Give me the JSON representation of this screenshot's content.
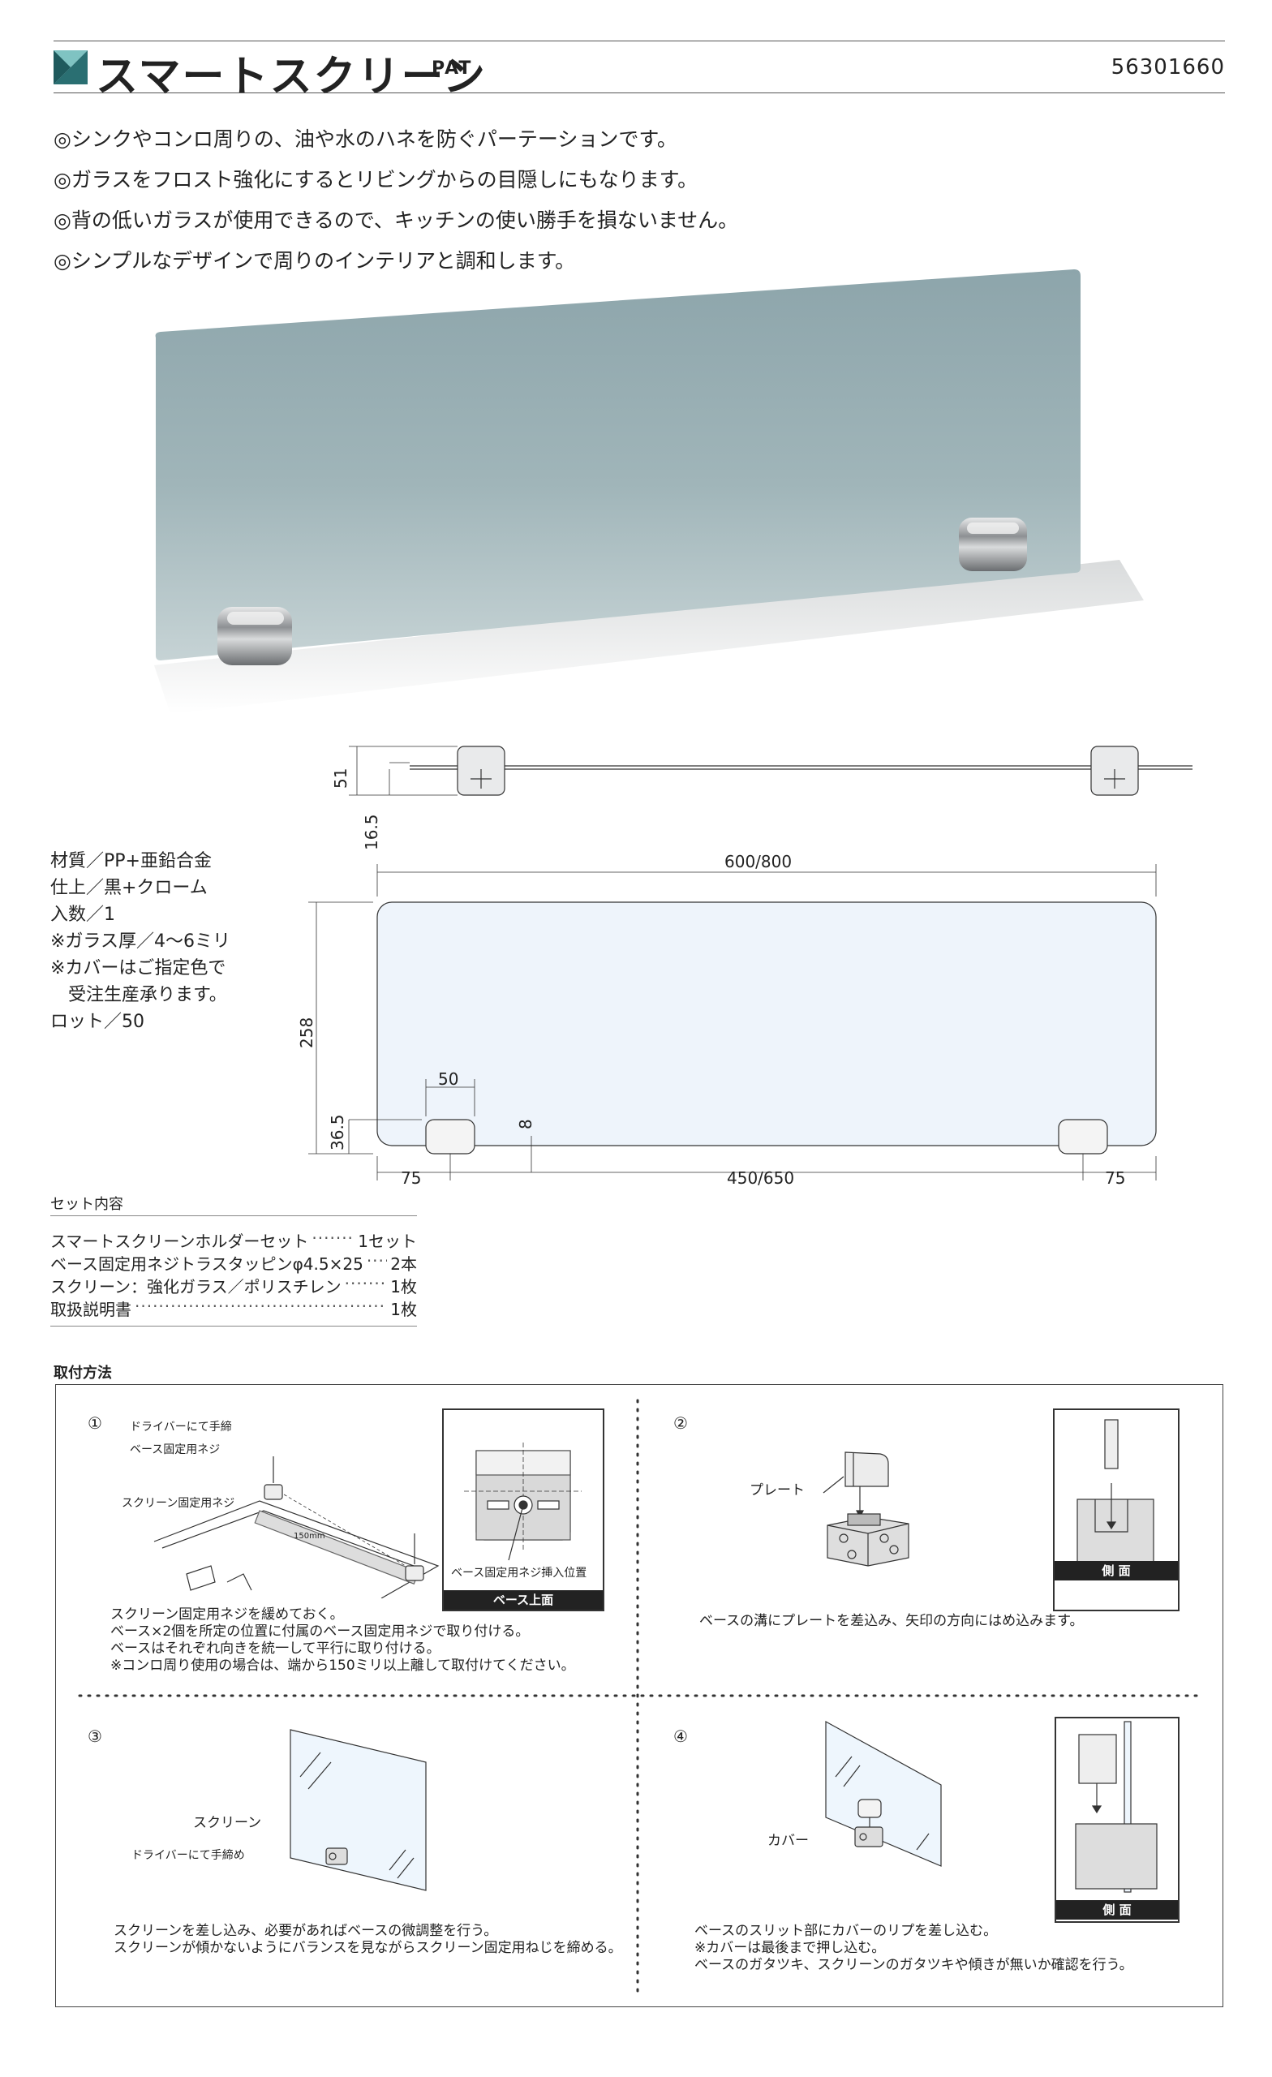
{
  "header": {
    "title": "スマートスクリーン",
    "pat": "PAT",
    "code": "56301660"
  },
  "features": [
    "◎シンクやコンロ周りの、油や水のハネを防ぐパーテーションです。",
    "◎ガラスをフロスト強化にするとリビングからの目隠しにもなります。",
    "◎背の低いガラスが使用できるので、キッチンの使い勝手を損ないません。",
    "◎シンプルなデザインで周りのインテリアと調和します。"
  ],
  "specs": [
    "材質／PP+亜鉛合金",
    "仕上／黒+クローム",
    "入数／1",
    "※ガラス厚／4〜6ミリ",
    "※カバーはご指定色で",
    "　受注生産承ります。",
    "ロット／50"
  ],
  "dimensions": {
    "side_height": "51",
    "side_offset": "16.5",
    "width": "600/800",
    "height": "258",
    "holder_width": "50",
    "gap": "8",
    "holder_height": "36.5",
    "left_margin": "75",
    "span": "450/650",
    "right_margin": "75"
  },
  "set_contents": {
    "title": "セット内容",
    "items": [
      {
        "name": "スマートスクリーンホルダーセット",
        "qty": "1セット"
      },
      {
        "name": "ベース固定用ネジトラスタッピンφ4.5×25",
        "qty": "2本"
      },
      {
        "name": "スクリーン：強化ガラス／ポリスチレン",
        "qty": "1枚"
      },
      {
        "name": "取扱説明書",
        "qty": "1枚"
      }
    ]
  },
  "install": {
    "title": "取付方法",
    "steps": {
      "s1": {
        "num": "①",
        "label_driver": "ドライバーにて手締",
        "label_base_screw": "ベース固定用ネジ",
        "label_screen_screw": "スクリーン固定用ネジ",
        "label_150": "150mm",
        "label_insert": "ベース固定用ネジ挿入位置",
        "tag": "ベース上面",
        "notes": [
          "スクリーン固定用ネジを緩めておく。",
          "ベース×2個を所定の位置に付属のベース固定用ネジで取り付ける。",
          "ベースはそれぞれ向きを統一して平行に取り付ける。",
          "※コンロ周り使用の場合は、端から150ミリ以上離して取付けてください。"
        ]
      },
      "s2": {
        "num": "②",
        "label_plate": "プレート",
        "tag": "側 面",
        "notes": [
          "ベースの溝にプレートを差込み、矢印の方向にはめ込みます。"
        ]
      },
      "s3": {
        "num": "③",
        "label_screen": "スクリーン",
        "label_driver": "ドライバーにて手締め",
        "notes": [
          "スクリーンを差し込み、必要があればベースの微調整を行う。",
          "スクリーンが傾かないようにバランスを見ながらスクリーン固定用ねじを締める。"
        ]
      },
      "s4": {
        "num": "④",
        "label_cover": "カバー",
        "tag": "側 面",
        "notes": [
          "ベースのスリット部にカバーのリプを差し込む。",
          "※カバーは最後まで押し込む。",
          "ベースのガタツキ、スクリーンのガタツキや傾きが無いか確認を行う。"
        ]
      }
    }
  },
  "colors": {
    "glass": "#93a9ae",
    "brand_dark": "#2a6f72",
    "brand_light": "#7fc3c2",
    "chrome": "#b9bcbe"
  }
}
